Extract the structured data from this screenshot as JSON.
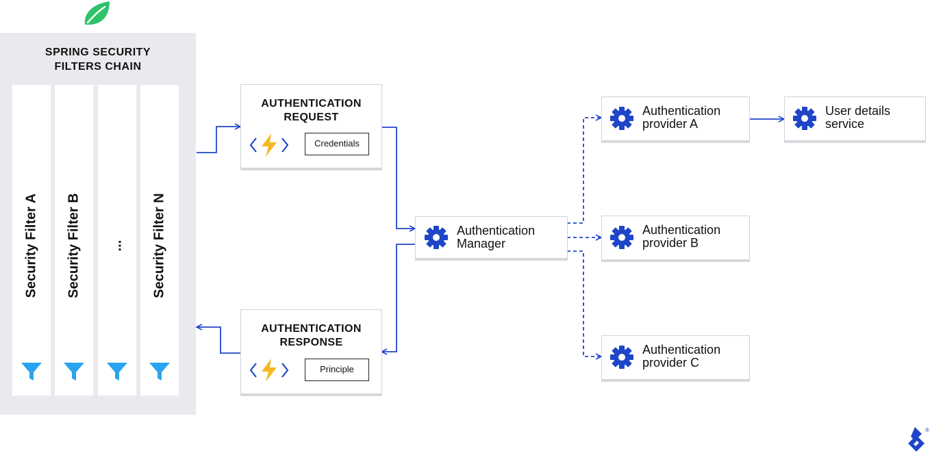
{
  "chain": {
    "title": "SPRING SECURITY\nFILTERS CHAIN",
    "filters": [
      "Security Filter A",
      "Security Filter B",
      "...",
      "Security Filter N"
    ]
  },
  "request": {
    "title": "AUTHENTICATION\nREQUEST",
    "pill": "Credentials"
  },
  "response": {
    "title": "AUTHENTICATION\nRESPONSE",
    "pill": "Principle"
  },
  "manager": {
    "label": "Authentication\nManager"
  },
  "providers": [
    {
      "label": "Authentication\nprovider A"
    },
    {
      "label": "Authentication\nprovider B"
    },
    {
      "label": "Authentication\nprovider C"
    }
  ],
  "user_details": {
    "label": "User details\nservice"
  },
  "icons": {
    "logo": "spring-leaf-icon",
    "filter": "funnel-icon",
    "code": "code-lightning-icon",
    "gear": "gear-icon",
    "brand": "toptal-icon"
  },
  "colors": {
    "accent": "#1f46c8",
    "leaf": "#2ec26a",
    "funnel": "#2aa4ee",
    "lightning": "#f5b822",
    "panel": "#e9eaed"
  }
}
